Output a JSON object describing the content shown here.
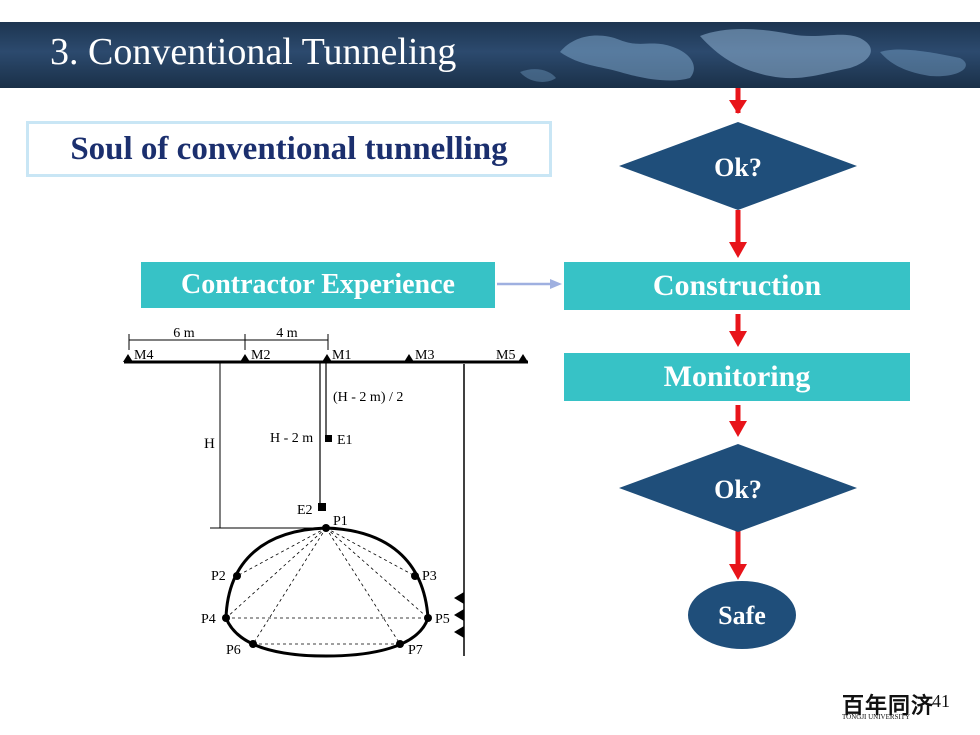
{
  "header": {
    "title": "3. Conventional Tunneling"
  },
  "soul_box": {
    "text": "Soul of conventional tunnelling"
  },
  "contractor": {
    "label": "Contractor Experience"
  },
  "flow": {
    "ok_top": "Ok?",
    "construction": "Construction",
    "monitoring": "Monitoring",
    "ok_bottom": "Ok?",
    "safe": "Safe"
  },
  "section": {
    "dim_6m": "6 m",
    "dim_4m": "4 m",
    "markers": [
      "M4",
      "M2",
      "M1",
      "M3",
      "M5"
    ],
    "h_label": "H",
    "h_minus_half": "(H - 2 m) / 2",
    "h_minus": "H - 2 m",
    "e1": "E1",
    "e2": "E2",
    "points": [
      "P1",
      "P2",
      "P3",
      "P4",
      "P5",
      "P6",
      "P7"
    ]
  },
  "footer": {
    "logo": "百年同济",
    "university": "TONGJI UNIVERSITY",
    "page": "41"
  },
  "colors": {
    "navy": "#1f4e7a",
    "teal": "#37c2c6",
    "arrow_red": "#e8141a",
    "title_navy": "#1b2f6e"
  }
}
